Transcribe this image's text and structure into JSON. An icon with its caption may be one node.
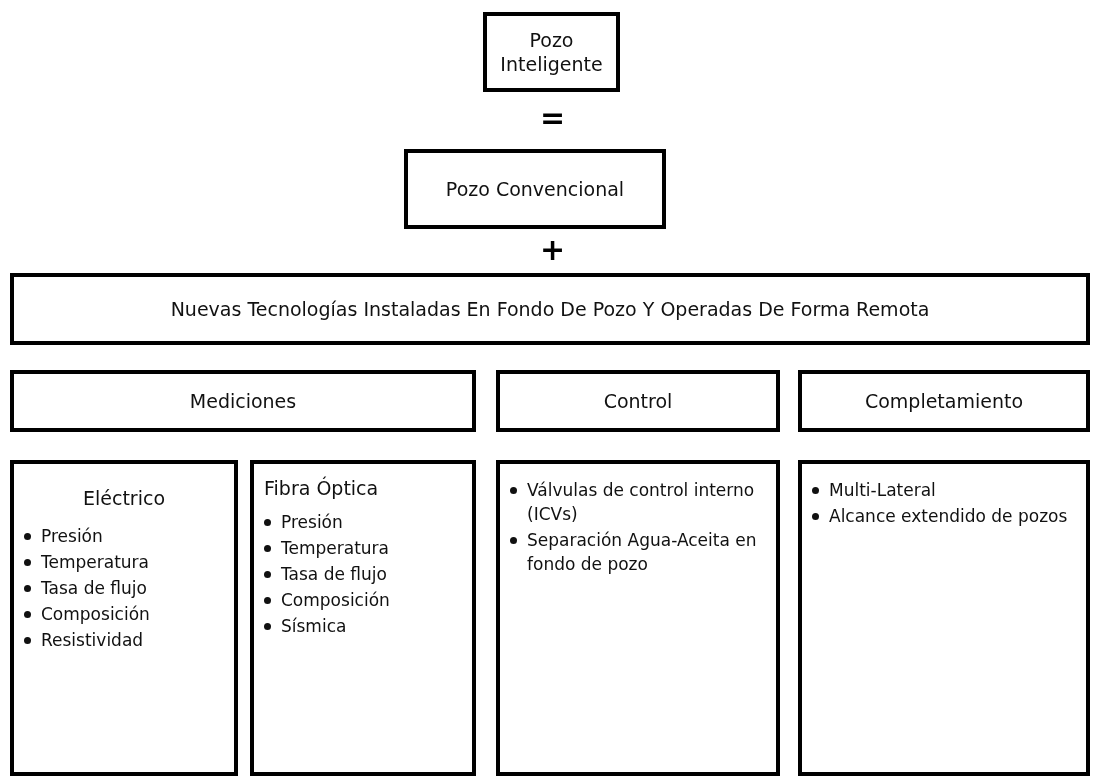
{
  "diagram": {
    "nodes": [
      {
        "text": [
          "Pozo Inteligente"
        ]
      },
      {
        "text": [
          "Pozo Convencional"
        ]
      },
      {
        "text": [
          "Nuevas Tecnologías Instaladas En Fondo De Pozo Y Operadas De Forma Remota"
        ]
      },
      {
        "text": [
          "Mediciones"
        ]
      },
      {
        "text": [
          "Control"
        ]
      },
      {
        "text": [
          "Completamiento"
        ]
      },
      {
        "text": [
          "Eléctrico",
          "Presión",
          "Temperatura",
          "Tasa de flujo",
          "Composición",
          "Resistividad"
        ]
      },
      {
        "text": [
          "Fibra Óptica",
          "Presión",
          "Temperatura",
          "Tasa de flujo",
          "Composición",
          "Sísmica"
        ]
      },
      {
        "text": [
          "Válvulas de control interno (ICVs)",
          "Separación Agua-Aceita en fondo de pozo"
        ]
      },
      {
        "text": [
          "Multi-Lateral",
          "Alcance extendido de pozos"
        ]
      }
    ],
    "edges": [],
    "labels": [
      "=",
      "+"
    ]
  }
}
